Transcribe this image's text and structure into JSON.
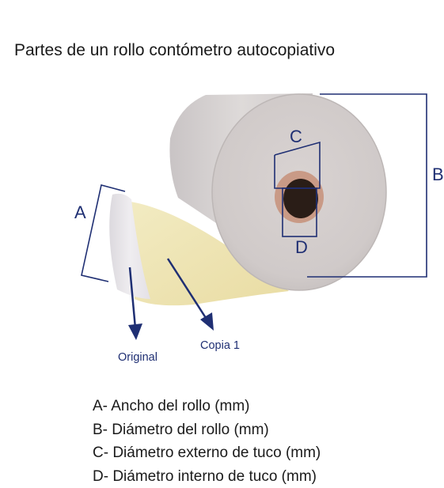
{
  "title": "Partes de un rollo contómetro autocopiativo",
  "labels": {
    "a": "A",
    "b": "B",
    "c": "C",
    "d": "D",
    "original": "Original",
    "copia": "Copia 1"
  },
  "legend": [
    "A- Ancho del rollo (mm)",
    "B- Diámetro del rollo (mm)",
    "C- Diámetro externo de tuco (mm)",
    "D- Diámetro interno de tuco (mm)"
  ],
  "colors": {
    "annotation": "#1f2f73",
    "paper_white": "#eceaed",
    "paper_copy": "#efe6b4",
    "roll_face": "#d6d1d1",
    "core": "#2a1d17"
  }
}
